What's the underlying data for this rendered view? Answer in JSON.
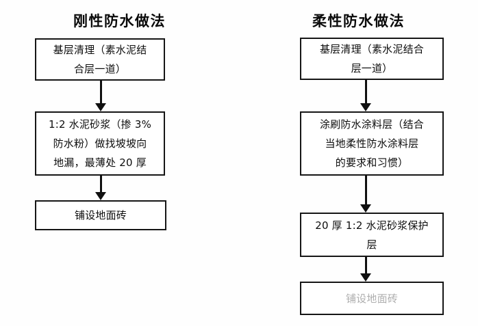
{
  "figure": {
    "background_color": "#ffffff",
    "line_color": "#101010",
    "text_color": "#0d0d0d"
  },
  "columns": [
    {
      "id": "rigid",
      "title": "刚性防水做法",
      "nodes": [
        {
          "id": "rigid-1",
          "text": "基层清理（素水泥结\n合层一道）"
        },
        {
          "id": "rigid-2",
          "text": "1:2 水泥砂浆（掺 3%\n防水粉）做找坡坡向\n地漏，最薄处 20 厚"
        },
        {
          "id": "rigid-3",
          "text": "铺设地面砖"
        }
      ],
      "arrows": [
        {
          "id": "rigid-arrow-1",
          "from": "rigid-1",
          "to": "rigid-2"
        },
        {
          "id": "rigid-arrow-2",
          "from": "rigid-2",
          "to": "rigid-3"
        }
      ]
    },
    {
      "id": "flexible",
      "title": "柔性防水做法",
      "nodes": [
        {
          "id": "flex-1",
          "text": "基层清理（素水泥结合\n层一道）"
        },
        {
          "id": "flex-2",
          "text": "涂刷防水涂料层（结合\n当地柔性防水涂料层\n的要求和习惯）"
        },
        {
          "id": "flex-3",
          "text": "20 厚 1:2 水泥砂浆保护\n层"
        },
        {
          "id": "flex-4",
          "text": "铺设地面砖"
        }
      ],
      "arrows": [
        {
          "id": "flex-arrow-1",
          "from": "flex-1",
          "to": "flex-2"
        },
        {
          "id": "flex-arrow-2",
          "from": "flex-2",
          "to": "flex-3"
        },
        {
          "id": "flex-arrow-3",
          "from": "flex-3",
          "to": "flex-4"
        }
      ]
    }
  ],
  "watermarks": {
    "mark_a": "",
    "mark_b": ""
  }
}
